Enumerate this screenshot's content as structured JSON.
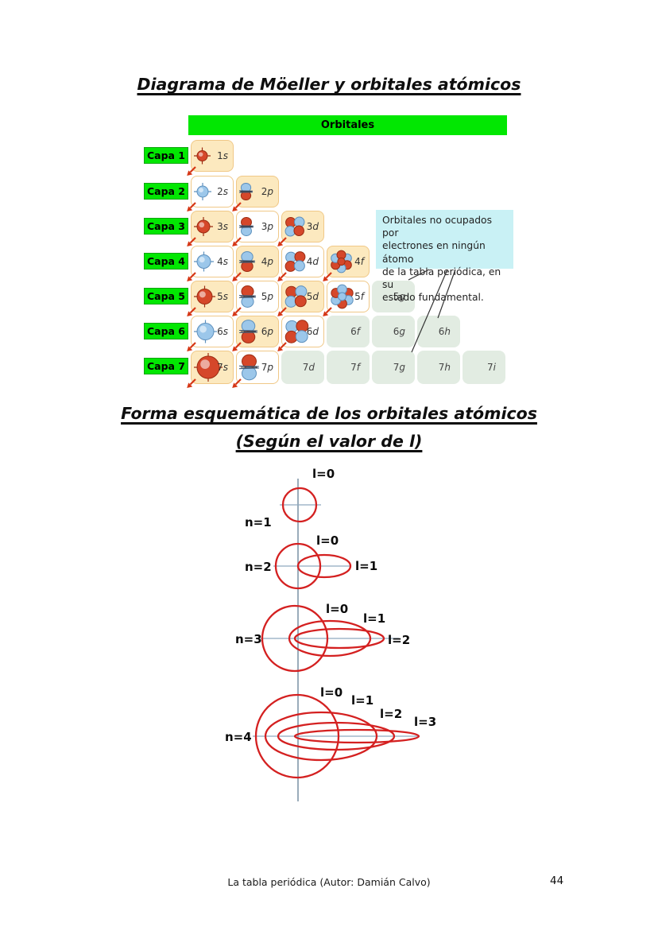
{
  "page": {
    "title": "Diagrama de Möeller y orbitales atómicos",
    "subtitle_line1": "Forma esquemática de los orbitales atómicos",
    "subtitle_line2": "(Según el valor de l)",
    "footer_text": "La tabla periódica (Autor: Damián Calvo)",
    "page_number": "44"
  },
  "moeller": {
    "header": "Orbitales",
    "note_lines": [
      "Orbitales no ocupados por",
      "electrones en ningún átomo",
      "de la tabla periódica, en su",
      "estado fundamental."
    ],
    "rows": [
      {
        "label": "Capa 1",
        "cells": [
          {
            "label": "1s",
            "orbital": "s",
            "scheme": "red",
            "fill": "cream",
            "arrow": true
          }
        ]
      },
      {
        "label": "Capa 2",
        "cells": [
          {
            "label": "2s",
            "orbital": "s",
            "scheme": "blue",
            "fill": "white",
            "arrow": true
          },
          {
            "label": "2p",
            "orbital": "p",
            "scheme": "blue",
            "fill": "cream",
            "arrow": true
          }
        ]
      },
      {
        "label": "Capa 3",
        "cells": [
          {
            "label": "3s",
            "orbital": "s",
            "scheme": "red",
            "fill": "cream",
            "arrow": true
          },
          {
            "label": "3p",
            "orbital": "p",
            "scheme": "red",
            "fill": "white",
            "arrow": true
          },
          {
            "label": "3d",
            "orbital": "d",
            "scheme": "red",
            "fill": "cream",
            "arrow": true
          }
        ]
      },
      {
        "label": "Capa 4",
        "cells": [
          {
            "label": "4s",
            "orbital": "s",
            "scheme": "blue",
            "fill": "white",
            "arrow": true
          },
          {
            "label": "4p",
            "orbital": "p",
            "scheme": "blue",
            "fill": "cream",
            "arrow": true
          },
          {
            "label": "4d",
            "orbital": "d",
            "scheme": "blue",
            "fill": "white",
            "arrow": true
          },
          {
            "label": "4f",
            "orbital": "f",
            "scheme": "blue",
            "fill": "cream",
            "arrow": true
          }
        ]
      },
      {
        "label": "Capa 5",
        "cells": [
          {
            "label": "5s",
            "orbital": "s",
            "scheme": "red",
            "fill": "cream",
            "arrow": true
          },
          {
            "label": "5p",
            "orbital": "p",
            "scheme": "red",
            "fill": "white",
            "arrow": true
          },
          {
            "label": "5d",
            "orbital": "d",
            "scheme": "red",
            "fill": "cream",
            "arrow": true
          },
          {
            "label": "5f",
            "orbital": "f",
            "scheme": "red",
            "fill": "white",
            "arrow": true
          },
          {
            "label": "5g",
            "orbital": "none",
            "fill": "empty",
            "arrow": false
          }
        ]
      },
      {
        "label": "Capa 6",
        "cells": [
          {
            "label": "6s",
            "orbital": "s",
            "scheme": "blue",
            "fill": "white",
            "arrow": true
          },
          {
            "label": "6p",
            "orbital": "p",
            "scheme": "blue",
            "fill": "cream",
            "arrow": true
          },
          {
            "label": "6d",
            "orbital": "d",
            "scheme": "blue",
            "fill": "white",
            "arrow": true
          },
          {
            "label": "6f",
            "orbital": "none",
            "fill": "empty",
            "arrow": false
          },
          {
            "label": "6g",
            "orbital": "none",
            "fill": "empty",
            "arrow": false
          },
          {
            "label": "6h",
            "orbital": "none",
            "fill": "empty",
            "arrow": false
          }
        ]
      },
      {
        "label": "Capa 7",
        "cells": [
          {
            "label": "7s",
            "orbital": "s",
            "scheme": "red",
            "fill": "cream",
            "arrow": true
          },
          {
            "label": "7p",
            "orbital": "p",
            "scheme": "red",
            "fill": "white",
            "arrow": true
          },
          {
            "label": "7d",
            "orbital": "none",
            "fill": "empty",
            "arrow": false
          },
          {
            "label": "7f",
            "orbital": "none",
            "fill": "empty",
            "arrow": false
          },
          {
            "label": "7g",
            "orbital": "none",
            "fill": "empty",
            "arrow": false
          },
          {
            "label": "7h",
            "orbital": "none",
            "fill": "empty",
            "arrow": false
          },
          {
            "label": "7i",
            "orbital": "none",
            "fill": "empty",
            "arrow": false
          }
        ]
      }
    ]
  },
  "schematic": {
    "levels": [
      {
        "label": "n=1",
        "orbital_labels": [
          "l=0"
        ]
      },
      {
        "label": "n=2",
        "orbital_labels": [
          "l=0",
          "l=1"
        ]
      },
      {
        "label": "n=3",
        "orbital_labels": [
          "l=0",
          "l=1",
          "l=2"
        ]
      },
      {
        "label": "n=4",
        "orbital_labels": [
          "l=0",
          "l=1",
          "l=2",
          "l=3"
        ]
      }
    ]
  },
  "colors": {
    "green": "#02e702",
    "cream": "#fce9bf",
    "cell_border": "#f0c887",
    "empty_cell": "#e2ece2",
    "note_bg": "#c9f1f5",
    "arrow_red": "#d63716",
    "orbital_red": "#d5472a",
    "orbital_red_dark": "#9c2c12",
    "orbital_blue": "#9cc7ea",
    "orbital_blue_dark": "#5d90bd",
    "axis_blue": "#8fa9bf",
    "axis_vertical": "#7890a4",
    "shape_red": "#d42020",
    "pointer_line": "#333333"
  }
}
